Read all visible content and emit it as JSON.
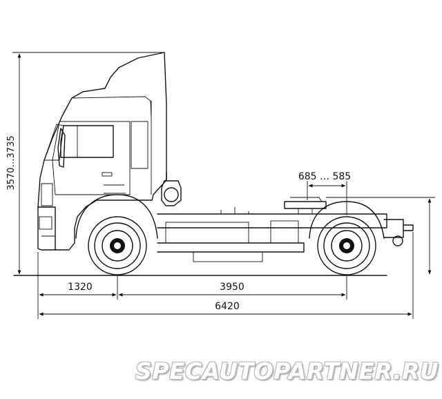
{
  "dimensions": {
    "height_label": "3570…3735",
    "fifth_wheel_label": "685 … 585",
    "front_overhang_label": "1320",
    "wheelbase_label": "3950",
    "overall_length_label": "6420"
  },
  "watermark": {
    "text": "SPECAUTOPARTNER.RU"
  }
}
